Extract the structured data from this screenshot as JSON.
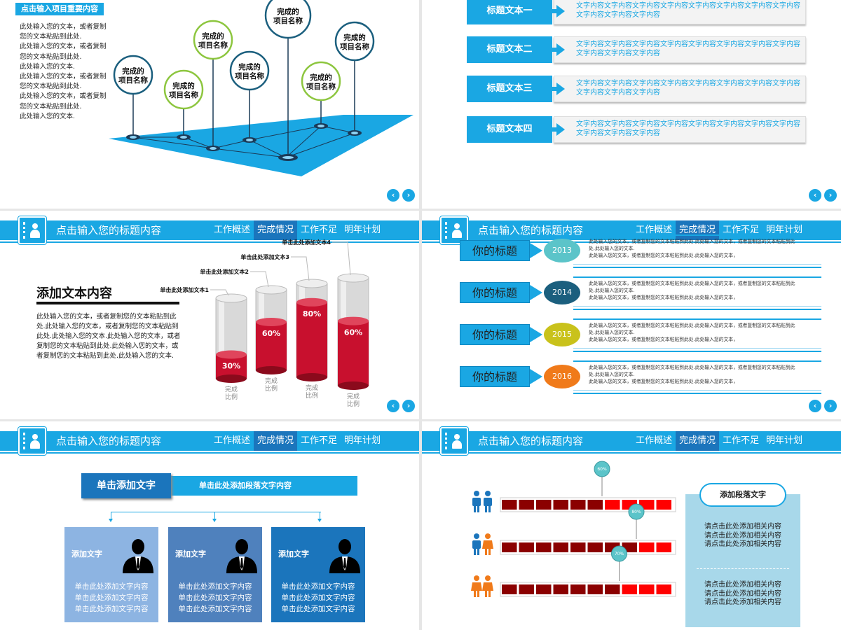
{
  "slide1": {
    "tag": "点击输入项目重要内容",
    "paragraph": "此处输入您的文本，或者复制您的文本粘贴到此处.\n此处输入您的文本，或者复制您的文本粘贴到此处.\n此处输入您的文本.\n此处输入您的文本，或者复制您的文本粘贴到此处.\n此处输入您的文本，或者复制您的文本粘贴到此处.\n此处输入您的文本.",
    "pin_label": "完成的项目名称",
    "pin_line1": "完成的",
    "pin_line2": "项目名称",
    "colors": {
      "plane": "#1aa7e3",
      "pin_blue": "#1b5f7e",
      "pin_green": "#8dc63f"
    }
  },
  "slide2": {
    "rows": [
      {
        "tab": "标题文本一",
        "text": "文字内容文字内容文字内容文字内容文字内容文字内容文字内容文字内容文字内容文字内容文字内容"
      },
      {
        "tab": "标题文本二",
        "text": "文字内容文字内容文字内容文字内容文字内容文字内容文字内容文字内容文字内容文字内容文字内容"
      },
      {
        "tab": "标题文本三",
        "text": "文字内容文字内容文字内容文字内容文字内容文字内容文字内容文字内容文字内容文字内容文字内容"
      },
      {
        "tab": "标题文本四",
        "text": "文字内容文字内容文字内容文字内容文字内容文字内容文字内容文字内容文字内容文字内容文字内容"
      }
    ]
  },
  "header": {
    "title": "点击输入您的标题内容",
    "nav": [
      "工作概述",
      "完成情况",
      "工作不足",
      "明年计划"
    ],
    "active_index": 1
  },
  "nav_buttons": {
    "prev": "‹",
    "next": "›"
  },
  "slide3": {
    "heading": "添加文本内容",
    "body": "此处输入您的文本，或者复制您的文本粘贴到此处.此处输入您的文本，或者复制您的文本粘贴到此处.此处输入您的文本.此处输入您的文本，或者复制您的文本粘贴到此处.此处输入您的文本，或者复制您的文本粘贴到此处.此处输入您的文本.",
    "chart_data": {
      "type": "bar",
      "categories": [
        "单击此处添加文本1",
        "单击此处添加文本2",
        "单击此处添加文本3",
        "单击此处添加文本4"
      ],
      "values": [
        30,
        60,
        80,
        60
      ],
      "value_labels": [
        "30%",
        "60%",
        "80%",
        "60%"
      ],
      "xlabel_line1": "完成",
      "xlabel_line2": "比例",
      "ylim": [
        0,
        100
      ],
      "colors": {
        "fill": "#c8102e",
        "tube": "#d9d9d9"
      }
    }
  },
  "slide4": {
    "rows": [
      {
        "label": "你的标题",
        "year": "2013",
        "color": "#5bc4c9",
        "text": "此处输入您的文本，或者复制您的文本粘贴到此处.此处输入您的文本，或者复制您的文本粘贴到此处.此处输入您的文本.\n此处输入您的文本，或者复制您的文本粘贴到此处.此处输入您的文本，"
      },
      {
        "label": "你的标题",
        "year": "2014",
        "color": "#1b5f7e",
        "text": "此处输入您的文本，或者复制您的文本粘贴到此处.此处输入您的文本，或者复制您的文本粘贴到此处.此处输入您的文本.\n此处输入您的文本，或者复制您的文本粘贴到此处.此处输入您的文本，"
      },
      {
        "label": "你的标题",
        "year": "2015",
        "color": "#c9c21b",
        "text": "此处输入您的文本，或者复制您的文本粘贴到此处.此处输入您的文本，或者复制您的文本粘贴到此处.此处输入您的文本.\n此处输入您的文本，或者复制您的文本粘贴到此处.此处输入您的文本，"
      },
      {
        "label": "你的标题",
        "year": "2016",
        "color": "#f07a1a",
        "text": "此处输入您的文本，或者复制您的文本粘贴到此处.此处输入您的文本，或者复制您的文本粘贴到此处.此处输入您的文本.\n此处输入您的文本，或者复制您的文本粘贴到此处.此处输入您的文本，"
      }
    ]
  },
  "slide5": {
    "main": "单击添加文字",
    "bar": "单击此处添加段落文字内容",
    "cards": [
      {
        "title": "添加文字",
        "body": [
          "单击此处添加文字内容",
          "单击此处添加文字内容",
          "单击此处添加文字内容"
        ],
        "color": "#8db4e2"
      },
      {
        "title": "添加文字",
        "body": [
          "单击此处添加文字内容",
          "单击此处添加文字内容",
          "单击此处添加文字内容"
        ],
        "color": "#4f81bd"
      },
      {
        "title": "添加文字",
        "body": [
          "单击此处添加文字内容",
          "单击此处添加文字内容",
          "单击此处添加文字内容"
        ],
        "color": "#1b75bc"
      }
    ]
  },
  "slide6": {
    "pill": "添加段落文字",
    "block1": [
      "请点击此处添加相关内容",
      "请点击此处添加相关内容",
      "请点击此处添加相关内容"
    ],
    "block2": [
      "请点击此处添加相关内容",
      "请点击此处添加相关内容",
      "请点击此处添加相关内容"
    ],
    "chart_data": {
      "type": "bar",
      "series": [
        {
          "value_label": "60%",
          "filled": 6,
          "total": 10,
          "icon": "male-pair-icon"
        },
        {
          "value_label": "80%",
          "filled": 8,
          "total": 10,
          "icon": "mixed-pair-icon"
        },
        {
          "value_label": "70%",
          "filled": 7,
          "total": 10,
          "icon": "female-pair-icon"
        }
      ],
      "colors": {
        "filled": "#8b0000",
        "empty": "#ff0000",
        "marker": "#5bc4c9",
        "male": "#1b75bc",
        "female": "#f07a1a"
      }
    }
  }
}
